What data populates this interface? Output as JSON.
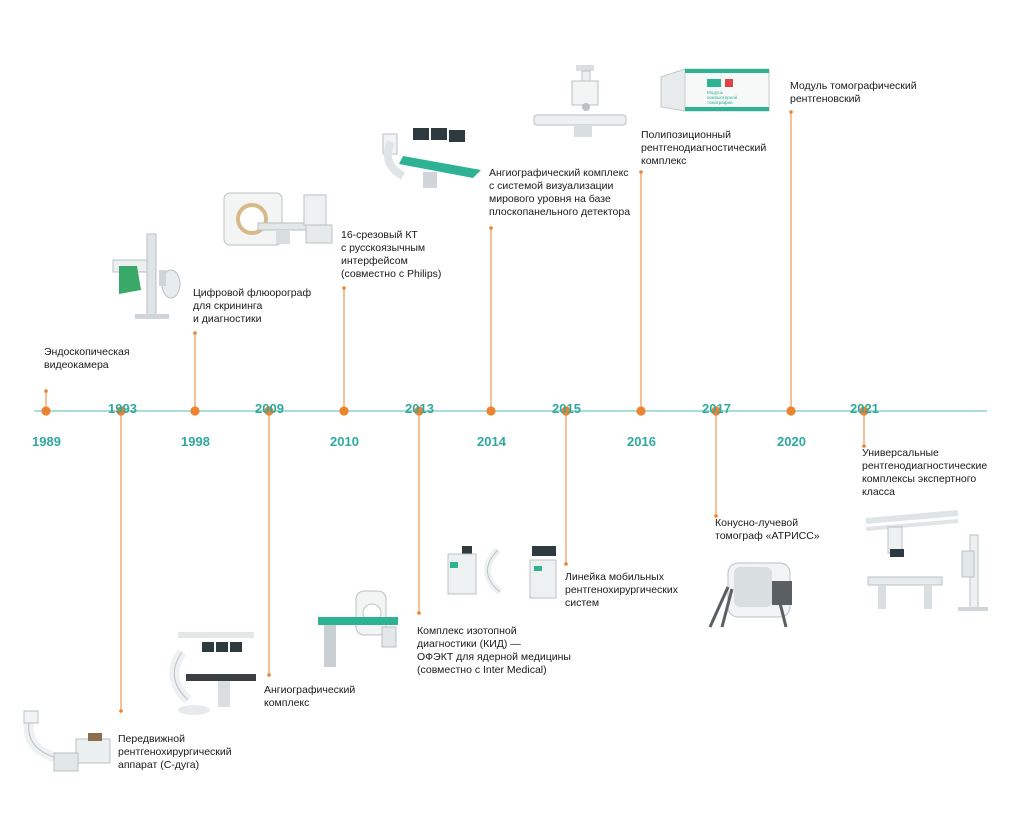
{
  "colors": {
    "line": "#8fd3c9",
    "dot": "#ec8330",
    "stem": "#ec8330",
    "year": "#2fa9a0"
  },
  "milestones": [
    {
      "year": "1989",
      "text": "Эндоскопическая\nвидеокамера",
      "device": "endoscopic-camera-image"
    },
    {
      "year": "1993",
      "text": "Передвижной\nрентгенохирургический\nаппарат (С-дуга)",
      "device": "c-arm-image"
    },
    {
      "year": "1998",
      "text": "Цифровой флюорограф\nдля скрининга\nи диагностики",
      "device": "fluorograph-image"
    },
    {
      "year": "2009",
      "text": "Ангиографический\nкомплекс",
      "device": "angiography-system-image"
    },
    {
      "year": "2010",
      "text": "16-срезовый КТ\nс русскоязычным\nинтерфейсом\n(совместно с Philips)",
      "device": "ct-scanner-image"
    },
    {
      "year": "2013",
      "text": "Комплекс изотопной\nдиагностики (КИД) —\nОФЭКТ для ядерной медицины\n(совместно с Inter Medical)",
      "device": "spect-image"
    },
    {
      "year": "2014",
      "text": "Ангиографический комплекс\nс системой визуализации\nмирового уровня на базе\nплоскопанельного детектора",
      "device": "flat-panel-angiography-image"
    },
    {
      "year": "2015",
      "text": "Линейка мобильных\nрентгенохирургических\nсистем",
      "device": "mobile-surgical-systems-image"
    },
    {
      "year": "2016",
      "text": "Полипозиционный\nрентгенодиагностический\nкомплекс",
      "device": "multiposition-xray-image"
    },
    {
      "year": "2017",
      "text": "Конусно-лучевой\nтомограф «АТРИСС»",
      "device": "cone-beam-tomograph-image"
    },
    {
      "year": "2020",
      "text": "Модуль томографический\nрентгеновский",
      "device": "tomography-module-image"
    },
    {
      "year": "2021",
      "text": "Универсальные\nрентгенодиагностические\nкомплексы экспертного\nкласса",
      "device": "universal-xray-complex-image"
    }
  ],
  "module_sign": {
    "line1": "Модуль",
    "line2": "компьютерной",
    "line3": "томографии"
  }
}
